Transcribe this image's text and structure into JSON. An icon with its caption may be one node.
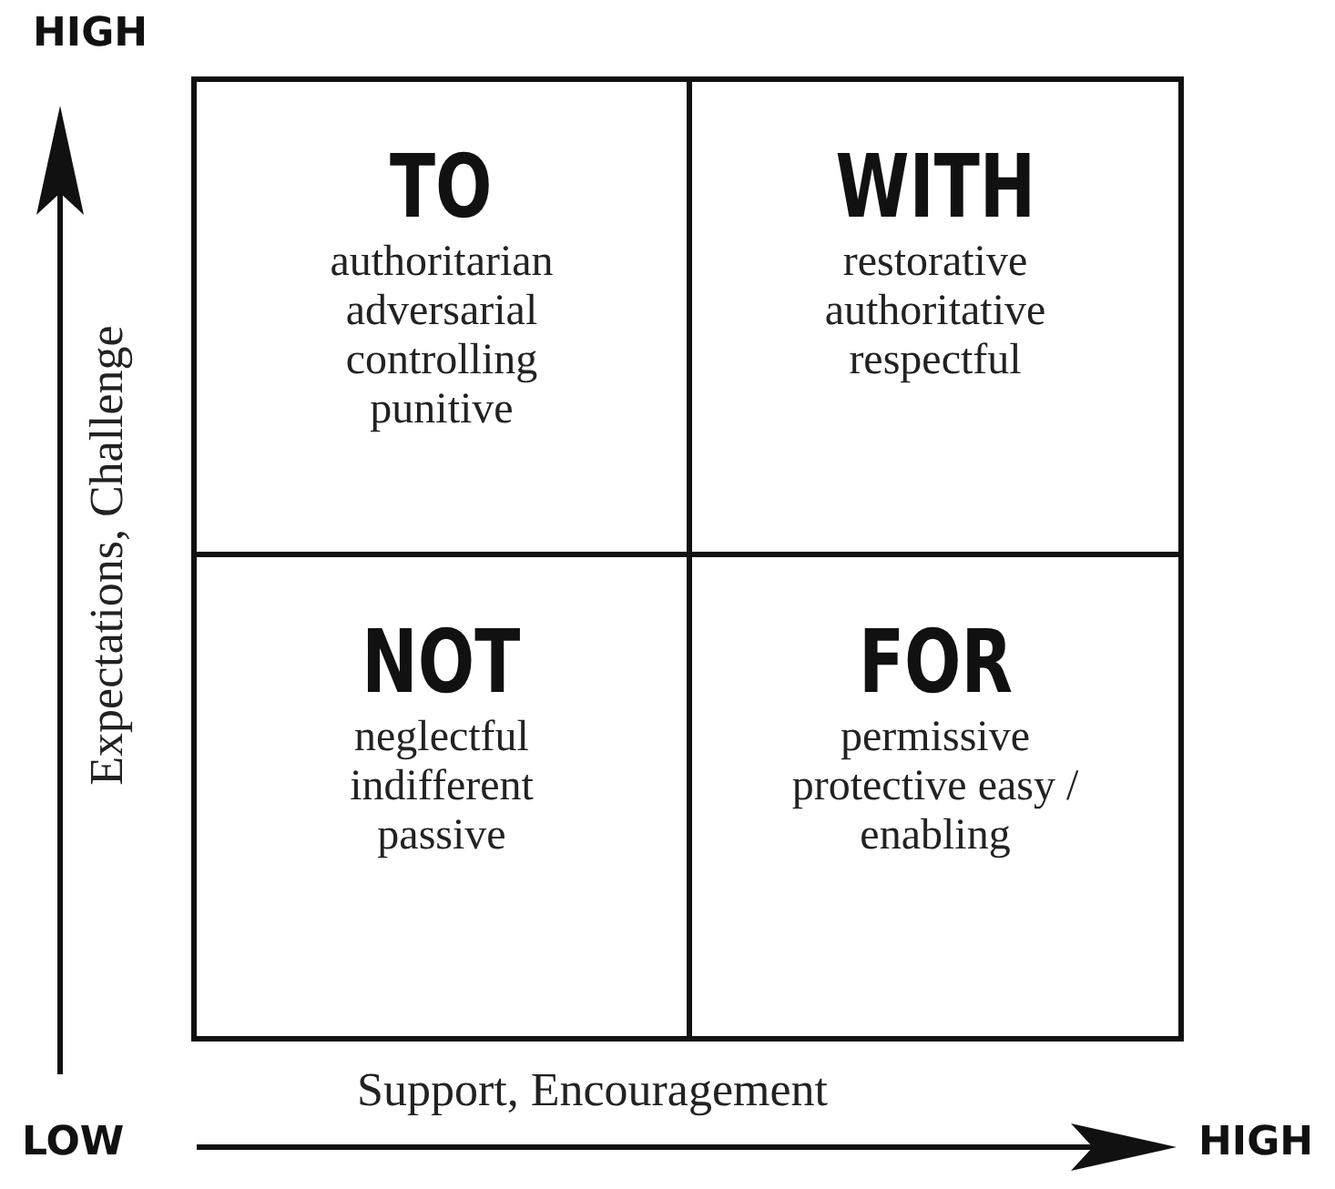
{
  "diagram": {
    "nodes": [
      {
        "text": [
          "TO",
          "authoritarian adversarial controlling punitive"
        ]
      },
      {
        "text": [
          "WITH",
          "restorative authoritative respectful"
        ]
      },
      {
        "text": [
          "NOT",
          "neglectful indifferent passive"
        ]
      },
      {
        "text": [
          "FOR",
          "permissive protective easy / enabling"
        ]
      }
    ],
    "labels": [
      "HIGH",
      "Expectations, Challenge",
      "LOW",
      "Support, Encouragement",
      "HIGH"
    ]
  }
}
